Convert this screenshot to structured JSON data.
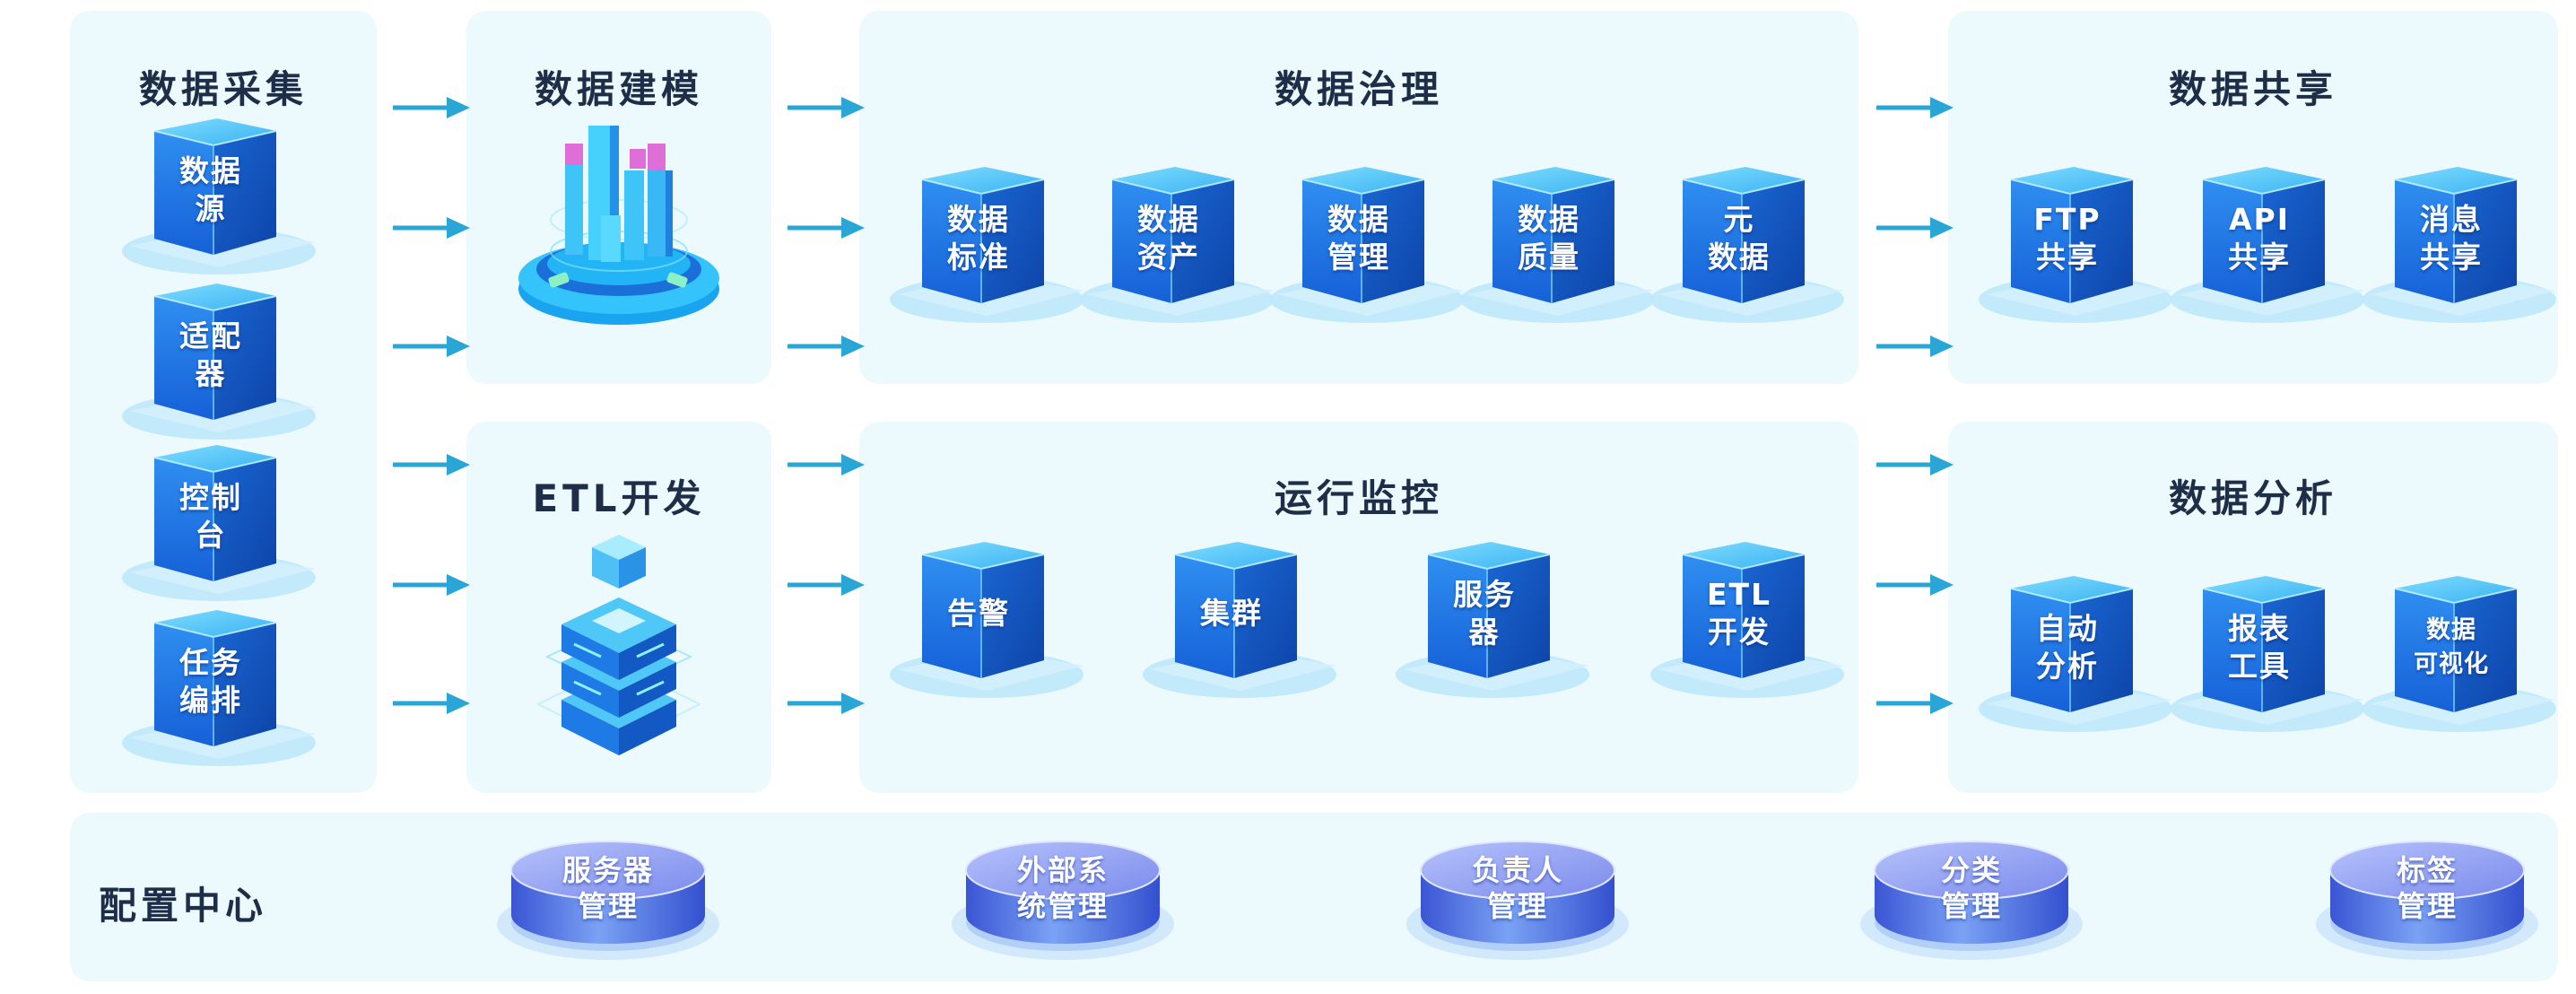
{
  "sections": {
    "collect": {
      "title": "数据采集",
      "items": [
        {
          "line1": "数据",
          "line2": "源"
        },
        {
          "line1": "适配",
          "line2": "器"
        },
        {
          "line1": "控制",
          "line2": "台"
        },
        {
          "line1": "任务",
          "line2": "编排"
        }
      ]
    },
    "modeling": {
      "title": "数据建模"
    },
    "etl": {
      "title": "ETL开发"
    },
    "governance": {
      "title": "数据治理",
      "items": [
        {
          "line1": "数据",
          "line2": "标准"
        },
        {
          "line1": "数据",
          "line2": "资产"
        },
        {
          "line1": "数据",
          "line2": "管理"
        },
        {
          "line1": "数据",
          "line2": "质量"
        },
        {
          "line1": "元",
          "line2": "数据"
        }
      ]
    },
    "monitor": {
      "title": "运行监控",
      "items": [
        {
          "line1": "告警",
          "line2": ""
        },
        {
          "line1": "集群",
          "line2": ""
        },
        {
          "line1": "服务",
          "line2": "器"
        },
        {
          "line1": "ETL",
          "line2": "开发"
        }
      ]
    },
    "sharing": {
      "title": "数据共享",
      "items": [
        {
          "line1": "FTP",
          "line2": "共享"
        },
        {
          "line1": "API",
          "line2": "共享"
        },
        {
          "line1": "消息",
          "line2": "共享"
        }
      ]
    },
    "analysis": {
      "title": "数据分析",
      "items": [
        {
          "line1": "自动",
          "line2": "分析"
        },
        {
          "line1": "报表",
          "line2": "工具"
        },
        {
          "line1": "数据",
          "line2": "可视化"
        }
      ]
    },
    "config": {
      "title": "配置中心",
      "items": [
        {
          "line1": "服务器",
          "line2": "管理"
        },
        {
          "line1": "外部系",
          "line2": "统管理"
        },
        {
          "line1": "负责人",
          "line2": "管理"
        },
        {
          "line1": "分类",
          "line2": "管理"
        },
        {
          "line1": "标签",
          "line2": "管理"
        }
      ]
    }
  },
  "colors": {
    "panel_bg": "#ecfafd",
    "title_text": "#1e2e48",
    "arrow": "#2aa6d6",
    "cube_top": "#4fc8f7",
    "cube_front": "#1e7be6",
    "cube_side": "#1259c4",
    "disk_top": "#8e9cf0",
    "disk_side": "#4f68de"
  },
  "icons": {
    "modeling": "city-platform-icon",
    "etl": "server-stack-icon"
  }
}
